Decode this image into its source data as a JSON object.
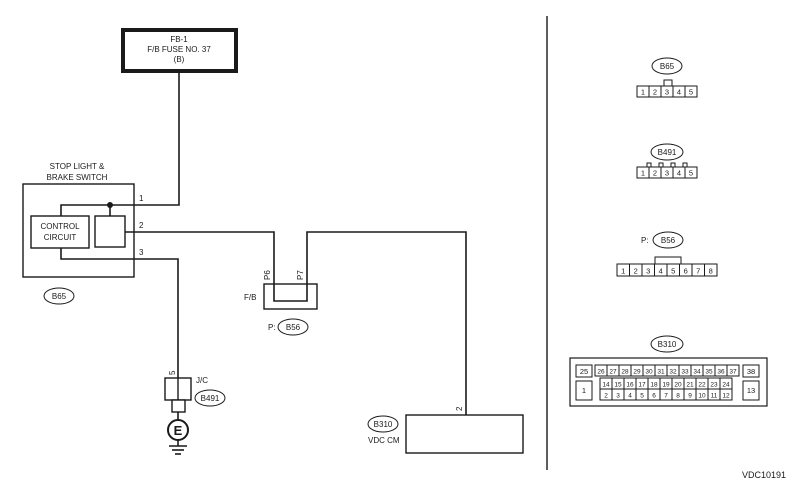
{
  "fuse": {
    "line1": "FB-1",
    "line2": "F/B FUSE NO. 37",
    "line3": "(B)"
  },
  "switch": {
    "title_line1": "STOP LIGHT &",
    "title_line2": "BRAKE SWITCH",
    "circuit_line1": "CONTROL",
    "circuit_line2": "CIRCUIT",
    "connector": "B65",
    "pins": [
      "1",
      "2",
      "3"
    ]
  },
  "fb": {
    "label": "F/B",
    "pin_a": "P6",
    "pin_b": "P7",
    "prefix": "P:",
    "connector": "B56"
  },
  "jc": {
    "label": "J/C",
    "pin": "5",
    "connector": "B491",
    "ground": "E"
  },
  "vdc": {
    "label": "VDC CM",
    "connector": "B310",
    "pin": "2"
  },
  "connectors": {
    "b65": {
      "name": "B65",
      "pins": [
        "1",
        "2",
        "3",
        "4",
        "5"
      ]
    },
    "b491": {
      "name": "B491",
      "pins": [
        "1",
        "2",
        "3",
        "4",
        "5"
      ]
    },
    "b56": {
      "prefix": "P:",
      "name": "B56",
      "pins": [
        "1",
        "2",
        "3",
        "4",
        "5",
        "6",
        "7",
        "8"
      ]
    },
    "b310": {
      "name": "B310",
      "row1": [
        "26",
        "27",
        "28",
        "29",
        "30",
        "31",
        "32",
        "33",
        "34",
        "35",
        "36",
        "37"
      ],
      "row2": [
        "14",
        "15",
        "16",
        "17",
        "18",
        "19",
        "20",
        "21",
        "22",
        "23",
        "24"
      ],
      "row3": [
        "2",
        "3",
        "4",
        "5",
        "6",
        "7",
        "8",
        "9",
        "10",
        "11",
        "12"
      ],
      "left_top": "25",
      "left_bottom": "1",
      "right_top": "38",
      "right_bottom": "13"
    }
  },
  "code": "VDC10191"
}
